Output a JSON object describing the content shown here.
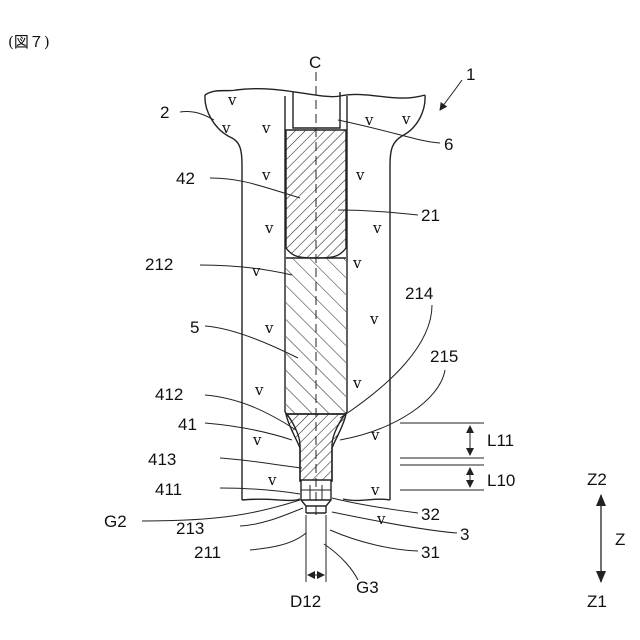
{
  "figure": {
    "caption": "(図７)"
  },
  "labels": {
    "axis_c": "C",
    "n1": "1",
    "n2": "2",
    "n6": "6",
    "n42": "42",
    "n21": "21",
    "n212": "212",
    "n214": "214",
    "n5": "5",
    "n215": "215",
    "n412": "412",
    "n41": "41",
    "n413": "413",
    "n411": "411",
    "g2": "G2",
    "n213": "213",
    "n211": "211",
    "n32": "32",
    "n3": "3",
    "n31": "31",
    "g3": "G3",
    "d12": "D12",
    "l11": "L11",
    "l10": "L10"
  },
  "direction": {
    "z2": "Z2",
    "z": "Z",
    "z1": "Z1"
  },
  "texture_mark": "v"
}
